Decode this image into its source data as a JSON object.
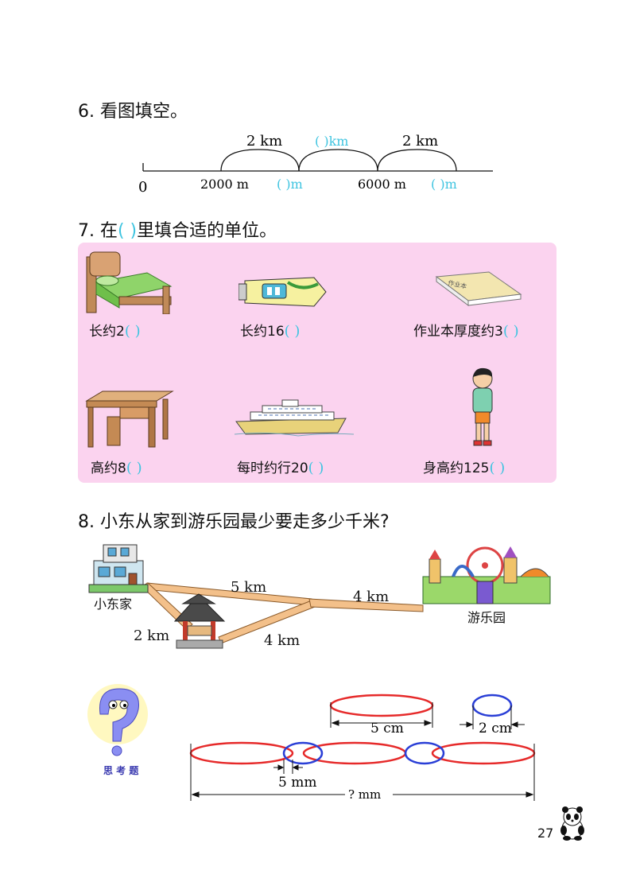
{
  "q6": {
    "title": "6. 看图填空。",
    "top_labels": [
      "2 km",
      "(     )km",
      "2 km"
    ],
    "bottom_labels": [
      "0",
      "2000 m",
      "(     )m",
      "6000 m",
      "(     )m"
    ]
  },
  "q7": {
    "title_prefix": "7. 在",
    "title_paren": "(   )",
    "title_suffix": "里填合适的单位。",
    "items": [
      {
        "text": "长约2",
        "icon": "bed-icon"
      },
      {
        "text": "长约16",
        "icon": "toothpaste-icon"
      },
      {
        "text": "作业本厚度约3",
        "icon": "notebook-icon"
      },
      {
        "text": "高约8",
        "icon": "desk-icon"
      },
      {
        "text": "每时约行20",
        "icon": "ship-icon"
      },
      {
        "text": "身高约125",
        "icon": "boy-icon"
      }
    ],
    "blank": "(      )"
  },
  "q8": {
    "title": "8. 小东从家到游乐园最少要走多少千米?",
    "home_label": "小东家",
    "park_label": "游乐园",
    "distances": [
      "5 km",
      "4 km",
      "2 km",
      "4 km"
    ]
  },
  "think": {
    "badge": "思 考 题",
    "labels": [
      "5 cm",
      "2 cm",
      "5 mm",
      "? mm"
    ]
  },
  "page_number": "27",
  "colors": {
    "pink_bg": "#fbd3ef",
    "cyan": "#3ec4e0",
    "road": "#f3c08a",
    "red_ring": "#e62a2a",
    "blue_ring": "#2a3fd6"
  }
}
